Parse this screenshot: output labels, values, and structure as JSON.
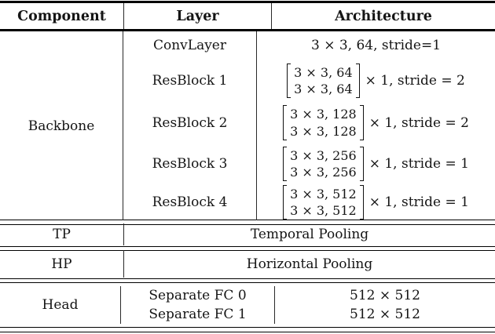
{
  "table": {
    "headers": {
      "component": "Component",
      "layer": "Layer",
      "architecture": "Architecture"
    },
    "backbone": {
      "component": "Backbone",
      "rows": [
        {
          "layer": "ConvLayer",
          "arch_plain": "3 × 3, 64, stride=1"
        },
        {
          "layer": "ResBlock 1",
          "matrix": [
            "3 × 3, 64",
            "3 × 3, 64"
          ],
          "suffix": "× 1, stride = 2"
        },
        {
          "layer": "ResBlock 2",
          "matrix": [
            "3 × 3, 128",
            "3 × 3, 128"
          ],
          "suffix": "× 1, stride = 2"
        },
        {
          "layer": "ResBlock 3",
          "matrix": [
            "3 × 3, 256",
            "3 × 3, 256"
          ],
          "suffix": "× 1, stride = 1"
        },
        {
          "layer": "ResBlock 4",
          "matrix": [
            "3 × 3, 512",
            "3 × 3, 512"
          ],
          "suffix": "× 1, stride = 1"
        }
      ]
    },
    "tp": {
      "component": "TP",
      "value": "Temporal Pooling"
    },
    "hp": {
      "component": "HP",
      "value": "Horizontal Pooling"
    },
    "head": {
      "component": "Head",
      "rows": [
        {
          "layer": "Separate FC 0",
          "arch": "512 × 512"
        },
        {
          "layer": "Separate FC 1",
          "arch": "512 × 512"
        }
      ]
    },
    "colors": {
      "text": "#151515",
      "rule": "#000000",
      "background": "#ffffff"
    }
  }
}
